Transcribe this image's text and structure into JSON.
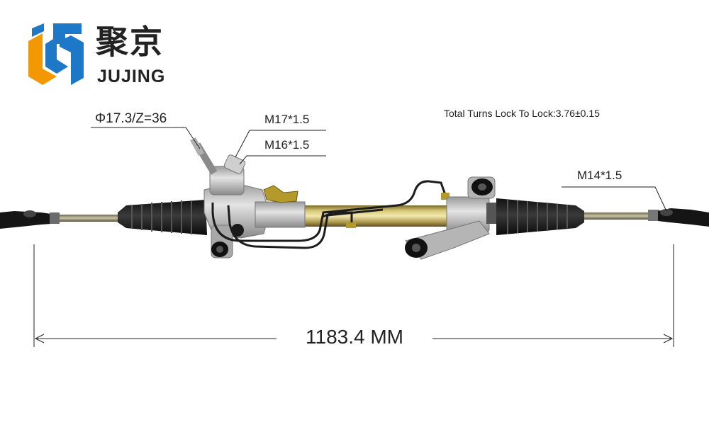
{
  "brand": {
    "name_cn": "聚京",
    "name_en": "JUJING",
    "colors": {
      "blue": "#1e78c8",
      "orange": "#f39800"
    }
  },
  "labels": {
    "gear": "Φ17.3/Z=36",
    "thread_m17": "M17*1.5",
    "thread_m16": "M16*1.5",
    "thread_m14": "M14*1.5",
    "turns": "Total Turns Lock To Lock:3.76±0.15",
    "length": "1183.4 MM"
  },
  "icons": [
    "jujing-logo-icon",
    "steering-rack-illustration"
  ]
}
